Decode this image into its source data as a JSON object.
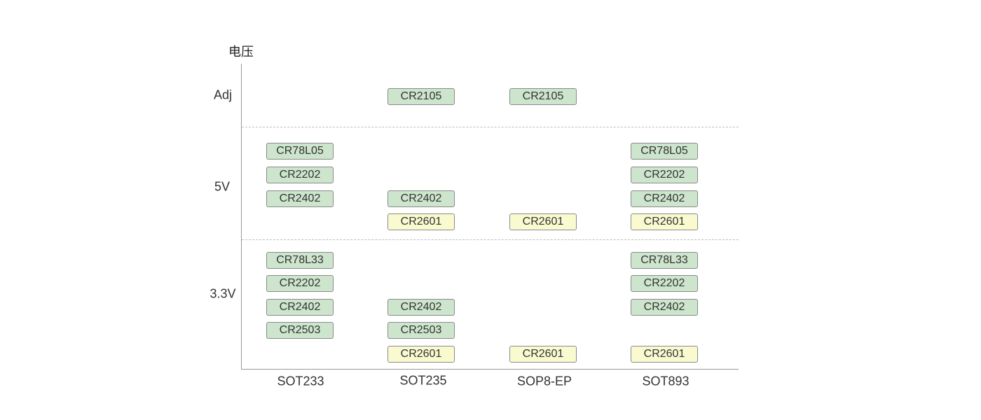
{
  "diagram": {
    "axis_title": "电压",
    "rows": [
      {
        "label": "Adj"
      },
      {
        "label": "5V"
      },
      {
        "label": "3.3V"
      }
    ],
    "columns": [
      {
        "label": "SOT233"
      },
      {
        "label": "SOT235"
      },
      {
        "label": "SOP8-EP"
      },
      {
        "label": "SOT893"
      }
    ],
    "colors": {
      "green": "#cce5cc",
      "yellow": "#fafad0"
    },
    "chips": [
      {
        "text": "CR2105",
        "row": "Adj",
        "col": "SOT235",
        "color": "green"
      },
      {
        "text": "CR2105",
        "row": "Adj",
        "col": "SOP8-EP",
        "color": "green"
      },
      {
        "text": "CR78L05",
        "row": "5V",
        "col": "SOT233",
        "color": "green"
      },
      {
        "text": "CR2202",
        "row": "5V",
        "col": "SOT233",
        "color": "green"
      },
      {
        "text": "CR2402",
        "row": "5V",
        "col": "SOT233",
        "color": "green"
      },
      {
        "text": "CR2402",
        "row": "5V",
        "col": "SOT235",
        "color": "green"
      },
      {
        "text": "CR2601",
        "row": "5V",
        "col": "SOT235",
        "color": "yellow"
      },
      {
        "text": "CR2601",
        "row": "5V",
        "col": "SOP8-EP",
        "color": "yellow"
      },
      {
        "text": "CR78L05",
        "row": "5V",
        "col": "SOT893",
        "color": "green"
      },
      {
        "text": "CR2202",
        "row": "5V",
        "col": "SOT893",
        "color": "green"
      },
      {
        "text": "CR2402",
        "row": "5V",
        "col": "SOT893",
        "color": "green"
      },
      {
        "text": "CR2601",
        "row": "5V",
        "col": "SOT893",
        "color": "yellow"
      },
      {
        "text": "CR78L33",
        "row": "3.3V",
        "col": "SOT233",
        "color": "green"
      },
      {
        "text": "CR2202",
        "row": "3.3V",
        "col": "SOT233",
        "color": "green"
      },
      {
        "text": "CR2402",
        "row": "3.3V",
        "col": "SOT233",
        "color": "green"
      },
      {
        "text": "CR2503",
        "row": "3.3V",
        "col": "SOT233",
        "color": "green"
      },
      {
        "text": "CR2402",
        "row": "3.3V",
        "col": "SOT235",
        "color": "green"
      },
      {
        "text": "CR2503",
        "row": "3.3V",
        "col": "SOT235",
        "color": "green"
      },
      {
        "text": "CR2601",
        "row": "3.3V",
        "col": "SOT235",
        "color": "yellow"
      },
      {
        "text": "CR2601",
        "row": "3.3V",
        "col": "SOP8-EP",
        "color": "yellow"
      },
      {
        "text": "CR78L33",
        "row": "3.3V",
        "col": "SOT893",
        "color": "green"
      },
      {
        "text": "CR2202",
        "row": "3.3V",
        "col": "SOT893",
        "color": "green"
      },
      {
        "text": "CR2402",
        "row": "3.3V",
        "col": "SOT893",
        "color": "green"
      },
      {
        "text": "CR2601",
        "row": "3.3V",
        "col": "SOT893",
        "color": "yellow"
      }
    ]
  }
}
